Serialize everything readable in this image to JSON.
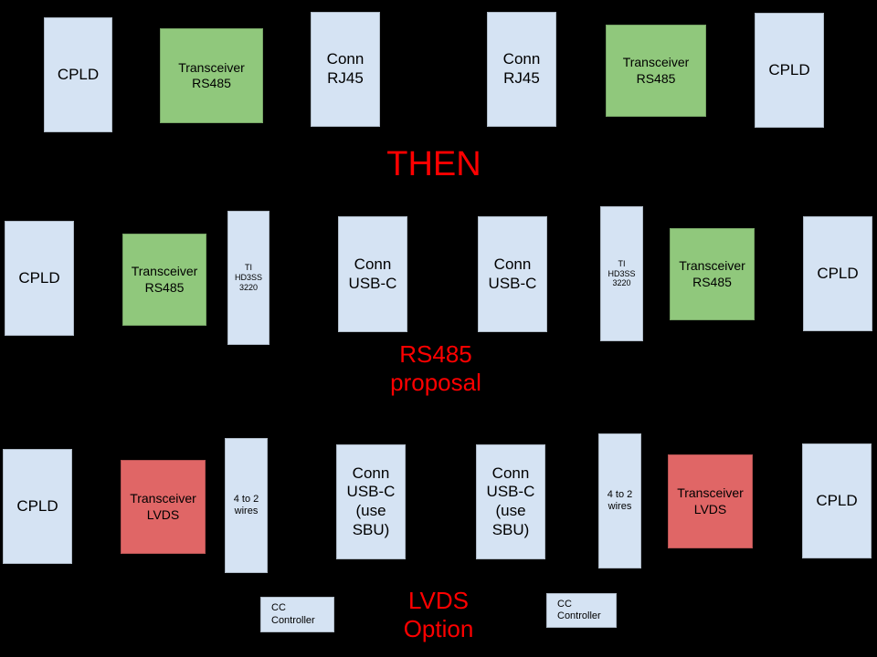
{
  "diagram": {
    "title": "RS485 proposal and LVDS option block diagram",
    "colors": {
      "background": "#000000",
      "blue": "#d5e3f3",
      "green": "#90c87c",
      "red_block": "#e06666",
      "red_text": "#ff0000"
    },
    "annotations": [
      {
        "id": "then",
        "text": "THEN",
        "color": "#ff0000"
      },
      {
        "id": "rs485-proposal",
        "text": "RS485\nproposal",
        "color": "#ff0000"
      },
      {
        "id": "lvds-option",
        "text": "LVDS\nOption",
        "color": "#ff0000"
      }
    ],
    "rows": [
      {
        "id": "row-current",
        "name": "current-rj45-row",
        "blocks": [
          {
            "id": "r1-cpld-left",
            "name": "block-cpld-left",
            "text": "CPLD",
            "color": "blue",
            "size": "lg"
          },
          {
            "id": "r1-transceiver-left",
            "name": "block-transceiver-rs485-left",
            "text": "Transceiver\nRS485",
            "color": "green",
            "size": "md"
          },
          {
            "id": "r1-conn-left",
            "name": "block-conn-rj45-left",
            "text": "Conn\nRJ45",
            "color": "blue",
            "size": "lg"
          },
          {
            "id": "r1-conn-right",
            "name": "block-conn-rj45-right",
            "text": "Conn\nRJ45",
            "color": "blue",
            "size": "lg"
          },
          {
            "id": "r1-transceiver-right",
            "name": "block-transceiver-rs485-right",
            "text": "Transceiver\nRS485",
            "color": "green",
            "size": "md"
          },
          {
            "id": "r1-cpld-right",
            "name": "block-cpld-right",
            "text": "CPLD",
            "color": "blue",
            "size": "lg"
          }
        ]
      },
      {
        "id": "row-rs485",
        "name": "rs485-proposal-row",
        "blocks": [
          {
            "id": "r2-cpld-left",
            "name": "block-cpld-left",
            "text": "CPLD",
            "color": "blue",
            "size": "lg"
          },
          {
            "id": "r2-transceiver-left",
            "name": "block-transceiver-rs485-left",
            "text": "Transceiver\nRS485",
            "color": "green",
            "size": "md"
          },
          {
            "id": "r2-mux-left",
            "name": "block-ti-hd3ss3220-left",
            "text": "TI\nHD3SS\n3220",
            "color": "blue",
            "size": "xs"
          },
          {
            "id": "r2-conn-left",
            "name": "block-conn-usb-c-left",
            "text": "Conn\nUSB-C",
            "color": "blue",
            "size": "lg"
          },
          {
            "id": "r2-conn-right",
            "name": "block-conn-usb-c-right",
            "text": "Conn\nUSB-C",
            "color": "blue",
            "size": "lg"
          },
          {
            "id": "r2-mux-right",
            "name": "block-ti-hd3ss3220-right",
            "text": "TI\nHD3SS\n3220",
            "color": "blue",
            "size": "xs"
          },
          {
            "id": "r2-transceiver-right",
            "name": "block-transceiver-rs485-right",
            "text": "Transceiver\nRS485",
            "color": "green",
            "size": "md"
          },
          {
            "id": "r2-cpld-right",
            "name": "block-cpld-right",
            "text": "CPLD",
            "color": "blue",
            "size": "lg"
          }
        ]
      },
      {
        "id": "row-lvds",
        "name": "lvds-option-row",
        "blocks": [
          {
            "id": "r3-cpld-left",
            "name": "block-cpld-left",
            "text": "CPLD",
            "color": "blue",
            "size": "lg"
          },
          {
            "id": "r3-transceiver-left",
            "name": "block-transceiver-lvds-left",
            "text": "Transceiver\nLVDS",
            "color": "red",
            "size": "md"
          },
          {
            "id": "r3-wires-left",
            "name": "block-4-to-2-wires-left",
            "text": "4 to 2\nwires",
            "color": "blue",
            "size": "sm"
          },
          {
            "id": "r3-conn-left",
            "name": "block-conn-usb-c-sbu-left",
            "text": "Conn\nUSB-C\n(use\nSBU)",
            "color": "blue",
            "size": "lg"
          },
          {
            "id": "r3-conn-right",
            "name": "block-conn-usb-c-sbu-right",
            "text": "Conn\nUSB-C\n(use\nSBU)",
            "color": "blue",
            "size": "lg"
          },
          {
            "id": "r3-wires-right",
            "name": "block-4-to-2-wires-right",
            "text": "4 to 2\nwires",
            "color": "blue",
            "size": "sm"
          },
          {
            "id": "r3-transceiver-right",
            "name": "block-transceiver-lvds-right",
            "text": "Transceiver\nLVDS",
            "color": "red",
            "size": "md"
          },
          {
            "id": "r3-cpld-right",
            "name": "block-cpld-right",
            "text": "CPLD",
            "color": "blue",
            "size": "lg"
          },
          {
            "id": "r3-cc-left",
            "name": "block-cc-controller-left",
            "text": "CC\nController",
            "color": "blue",
            "size": "sm"
          },
          {
            "id": "r3-cc-right",
            "name": "block-cc-controller-right",
            "text": "CC\nController",
            "color": "blue",
            "size": "sm"
          }
        ]
      }
    ]
  }
}
